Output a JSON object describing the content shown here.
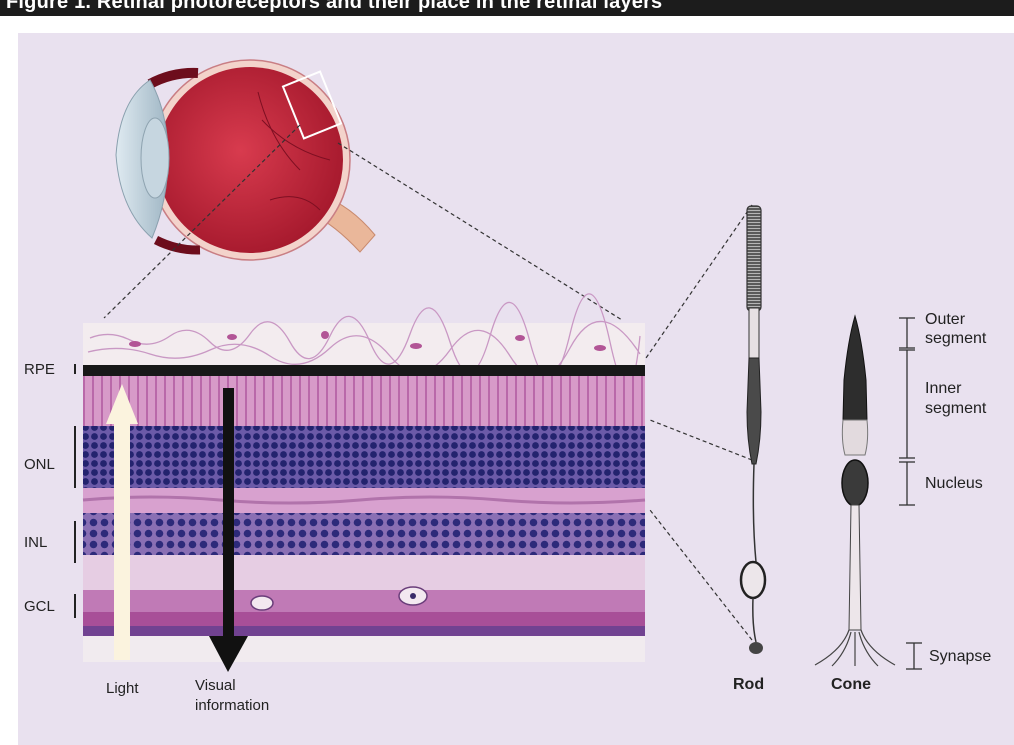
{
  "header": {
    "title": "Figure 1. Retinal photoreceptors and their place in the retinal layers"
  },
  "layer_labels": {
    "rpe": "RPE",
    "onl": "ONL",
    "inl": "INL",
    "gcl": "GCL"
  },
  "arrow_labels": {
    "light": "Light",
    "visual_line1": "Visual",
    "visual_line2": "information"
  },
  "cell_labels": {
    "rod": "Rod",
    "cone": "Cone"
  },
  "segment_labels": {
    "outer_line1": "Outer",
    "outer_line2": "segment",
    "inner_line1": "Inner",
    "inner_line2": "segment",
    "nucleus": "Nucleus",
    "synapse": "Synapse"
  },
  "colors": {
    "panel": "#e9e1ef",
    "header": "#1c1c1c",
    "eye": "#a8182e",
    "retina_pink": "#d48ac3",
    "nuclei": "#2a2a82",
    "light_arrow": "#fbf3de"
  }
}
